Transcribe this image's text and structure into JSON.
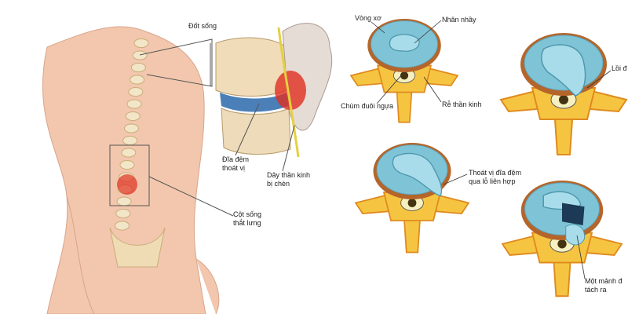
{
  "labels": {
    "vertebra": "Đốt sống",
    "herniated_disc_1": "Đĩa đệm",
    "herniated_disc_2": "thoát vị",
    "nerve_1": "Dây thần kinh",
    "nerve_2": "bị chèn",
    "lumbar_1": "Cột sống",
    "lumbar_2": "thắt lưng",
    "annulus": "Vòng xơ",
    "nucleus": "Nhân nhầy",
    "cauda_equina": "Chùm đuôi ngựa",
    "nerve_root": "Rễ thần kinh",
    "bulge": "Lồi đ",
    "foraminal_1": "Thoát vị đĩa đệm",
    "foraminal_2": "qua lỗ liên hợp",
    "fragment_1": "Một mảnh đ",
    "fragment_2": "tách ra"
  },
  "colors": {
    "skin": "#f2c7ad",
    "bone": "#f5c542",
    "bone_dark": "#e08a1e",
    "disc_ring": "#b5652a",
    "disc": "#7ec3d6",
    "nucleus": "#a9dcea",
    "inflammation": "#e03020"
  }
}
